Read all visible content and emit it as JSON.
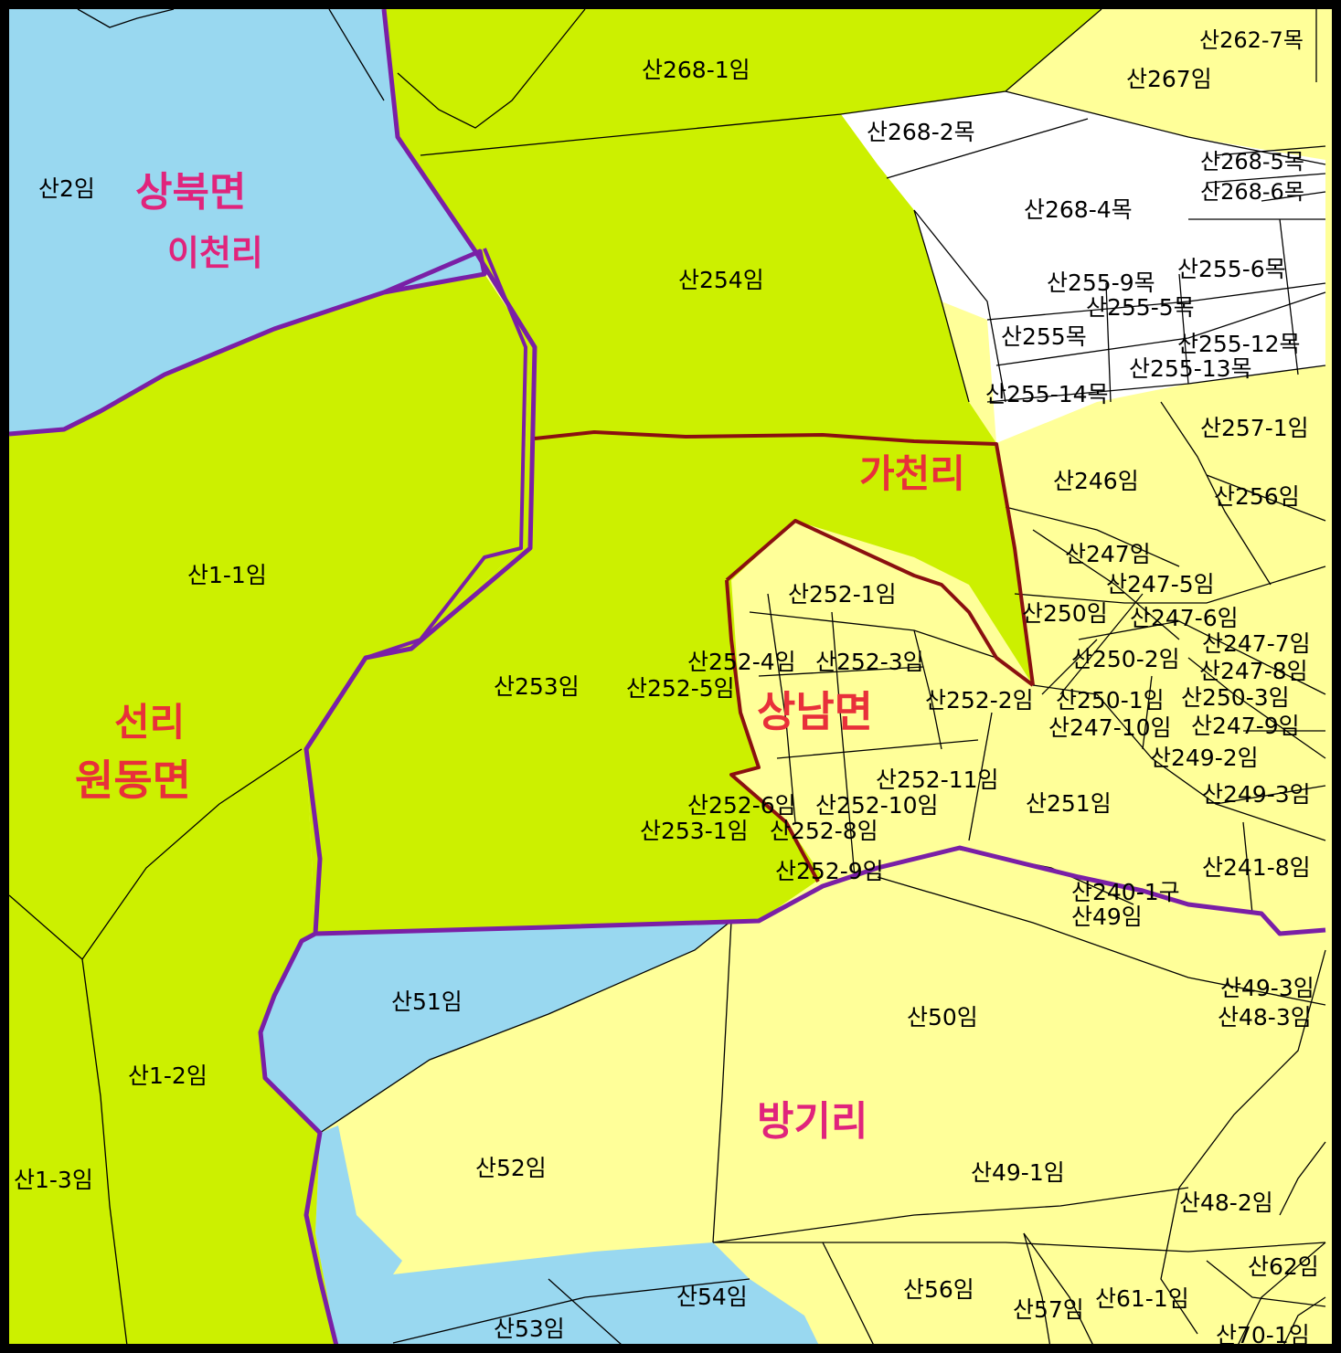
{
  "colors": {
    "forest_green": "#ccf000",
    "private_yellow": "#ffff99",
    "water_blue": "#99d8f0",
    "other_white": "#ffffff",
    "district_boundary": "#7a1fa6",
    "village_boundary": "#8a1010",
    "district_label": "#e0247c",
    "village_label": "#e8303a"
  },
  "regions": {
    "sangbuk_myeon": "상북면",
    "icheon_ri": "이천리",
    "seon_ri": "선리",
    "wondong_myeon": "원동면",
    "gacheon_ri": "가천리",
    "sangnam_myeon": "상남면",
    "banggi_ri": "방기리"
  },
  "parcels": [
    "산268-1임",
    "산262-7목",
    "산267임",
    "산268-2목",
    "산268-5목",
    "산268-6목",
    "산268-4목",
    "산2임",
    "산254임",
    "산255-9목",
    "산255-6목",
    "산255-5목",
    "산255목",
    "산255-12목",
    "산255-13목",
    "산255-14목",
    "산257-1임",
    "산246임",
    "산256임",
    "산247임",
    "산247-5임",
    "산1-1임",
    "산252-1임",
    "산250임",
    "산247-6임",
    "산247-7임",
    "산252-4임",
    "산252-3임",
    "산250-2임",
    "산247-8임",
    "산253임",
    "산252-5임",
    "산252-2임",
    "산250-1임",
    "산250-3임",
    "산247-10임",
    "산247-9임",
    "산249-2임",
    "산252-11임",
    "산251임",
    "산252-6임",
    "산252-10임",
    "산249-3임",
    "산253-1임",
    "산252-8임",
    "산252-9임",
    "산241-8임",
    "산240-1구",
    "산49임",
    "산51임",
    "산50임",
    "산49-3임",
    "산48-3임",
    "산1-2임",
    "산52임",
    "산49-1임",
    "산1-3임",
    "산48-2임",
    "산62임",
    "산54임",
    "산56임",
    "산57임",
    "산61-1임",
    "산53임",
    "산70-1임"
  ]
}
